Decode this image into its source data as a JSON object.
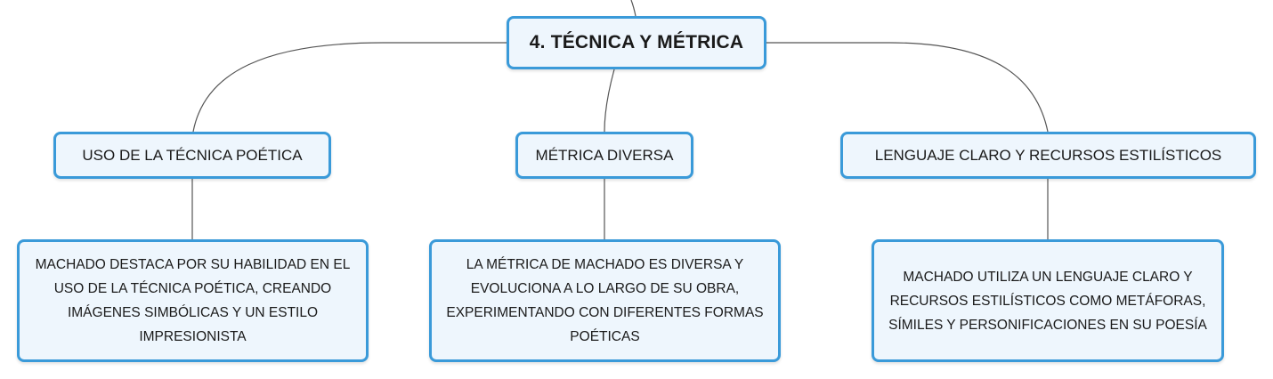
{
  "central_topic": {
    "label": "4. TÉCNICA Y MÉTRICA"
  },
  "branches": [
    {
      "label": "USO DE LA TÉCNICA POÉTICA",
      "detail": "MACHADO DESTACA POR SU HABILIDAD EN EL USO DE LA TÉCNICA POÉTICA, CREANDO IMÁGENES SIMBÓLICAS Y UN ESTILO IMPRESIONISTA"
    },
    {
      "label": "MÉTRICA DIVERSA",
      "detail": "LA MÉTRICA DE MACHADO ES DIVERSA Y EVOLUCIONA A LO LARGO DE SU OBRA, EXPERIMENTANDO CON DIFERENTES FORMAS POÉTICAS"
    },
    {
      "label": "LENGUAJE CLARO Y RECURSOS ESTILÍSTICOS",
      "detail": "MACHADO UTILIZA UN LENGUAJE CLARO Y RECURSOS ESTILÍSTICOS COMO METÁFORAS, SÍMILES Y PERSONIFICACIONES EN SU POESÍA"
    }
  ],
  "colors": {
    "node_border": "#3a9ad9",
    "node_fill": "#eef6fd",
    "connector": "#555555",
    "text": "#1a1a1a"
  }
}
